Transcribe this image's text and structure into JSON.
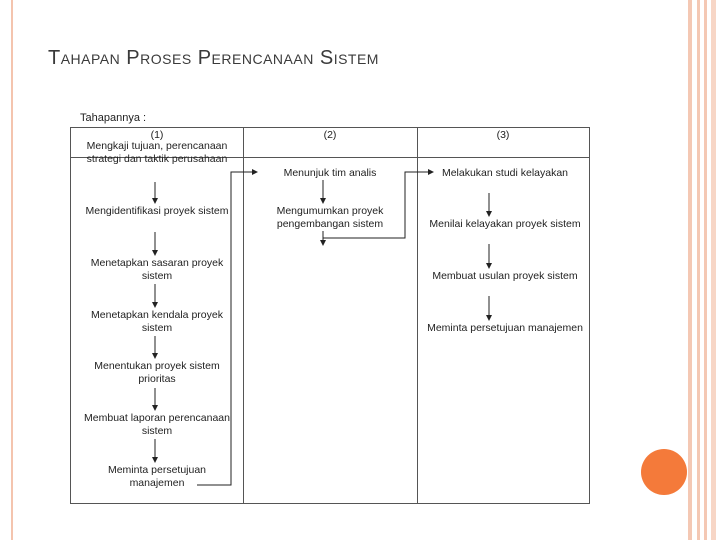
{
  "slide": {
    "title": "Tahapan Proses Perencanaan Sistem"
  },
  "diagram": {
    "heading": "Tahapannya :",
    "columns": [
      "(1)",
      "(2)",
      "(3)"
    ],
    "col1_steps": [
      "Mengkaji tujuan, perencanaan strategi dan taktik perusahaan",
      "Mengidentifikasi proyek sistem",
      "Menetapkan sasaran proyek sistem",
      "Menetapkan kendala proyek sistem",
      "Menentukan proyek sistem prioritas",
      "Membuat laporan perencanaan sistem",
      "Meminta persetujuan manajemen"
    ],
    "col2_steps": [
      "Menunjuk tim analis",
      "Mengumumkan proyek pengembangan sistem"
    ],
    "col3_steps": [
      "Melakukan studi kelayakan",
      "Menilai kelayakan proyek sistem",
      "Membuat usulan proyek sistem",
      "Meminta persetujuan manajemen"
    ]
  },
  "colors": {
    "accent_orange": "#f47a3a",
    "border_peach": "#f4c8b4"
  }
}
